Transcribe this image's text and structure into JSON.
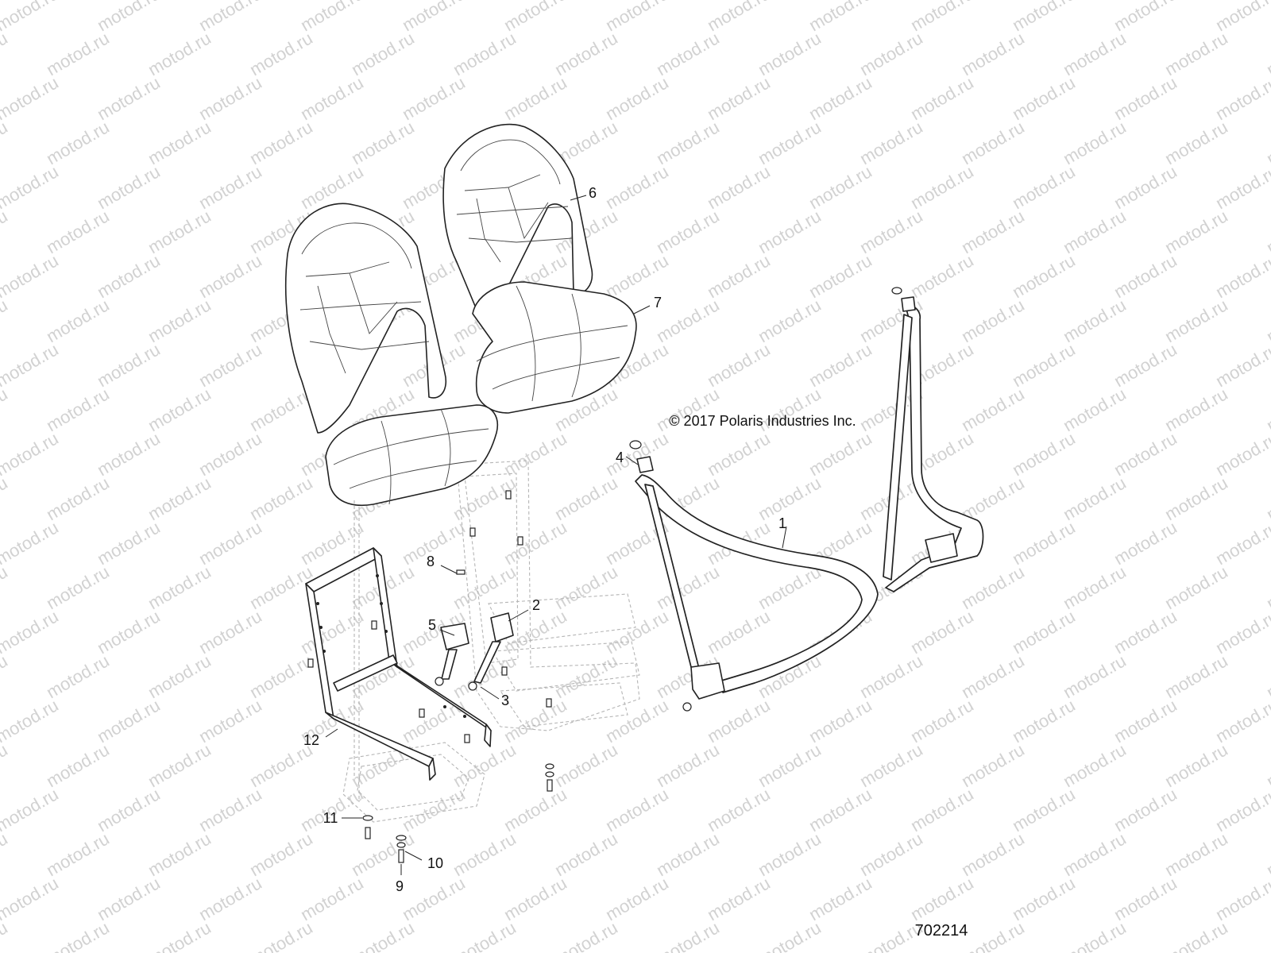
{
  "watermark": {
    "text": "motod.ru"
  },
  "copyright": "© 2017 Polaris Industries Inc.",
  "diagram_number": "702214",
  "callouts": [
    {
      "id": "1",
      "label": "1"
    },
    {
      "id": "2",
      "label": "2"
    },
    {
      "id": "3",
      "label": "3"
    },
    {
      "id": "4",
      "label": "4"
    },
    {
      "id": "5",
      "label": "5"
    },
    {
      "id": "6",
      "label": "6"
    },
    {
      "id": "7",
      "label": "7"
    },
    {
      "id": "8",
      "label": "8"
    },
    {
      "id": "9",
      "label": "9"
    },
    {
      "id": "10",
      "label": "10"
    },
    {
      "id": "11",
      "label": "11"
    },
    {
      "id": "12",
      "label": "12"
    }
  ]
}
